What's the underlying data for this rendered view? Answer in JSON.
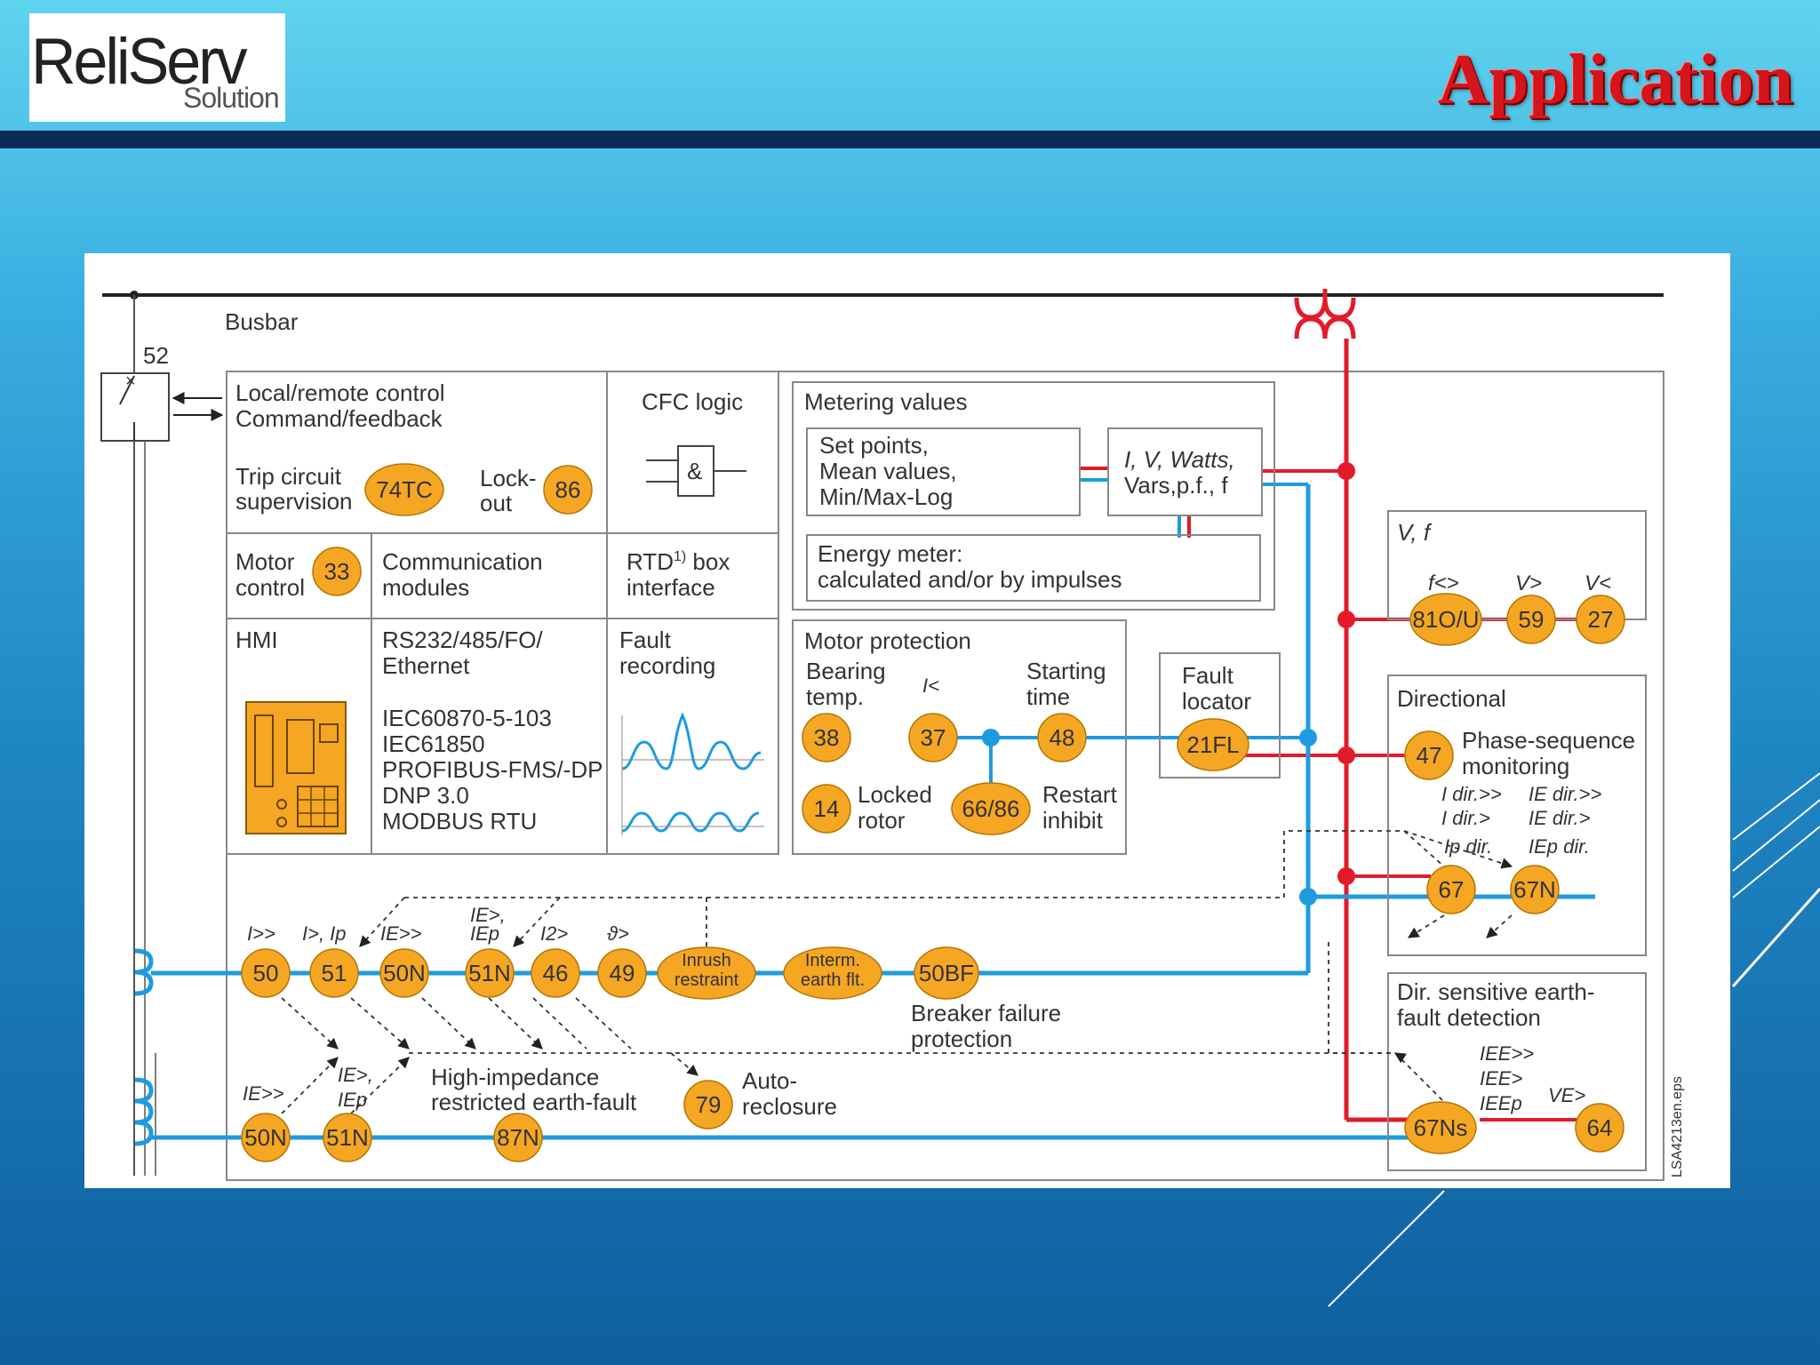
{
  "header": {
    "logo_main": "ReliServ",
    "logo_sub": "Solution",
    "title": "Application"
  },
  "diagram": {
    "busbar": "Busbar",
    "breaker": "52",
    "local_remote_1": "Local/remote control",
    "local_remote_2": "Command/feedback",
    "trip_1": "Trip circuit",
    "trip_2": "supervision",
    "lockout_1": "Lock-",
    "lockout_2": "out",
    "cfc": "CFC logic",
    "and_gate": "&",
    "metering": "Metering values",
    "setpoints_1": "Set points,",
    "setpoints_2": "Mean values,",
    "setpoints_3": "Min/Max-Log",
    "ivw_1": "I, V, Watts,",
    "ivw_2": "Vars,p.f., f",
    "energy_1": "Energy meter:",
    "energy_2": "calculated and/or by impulses",
    "motor_control_1": "Motor",
    "motor_control_2": "control",
    "comm_1": "Communication",
    "comm_2": "modules",
    "rtd_1": "RTD",
    "rtd_sup": "1)",
    "rtd_1b": " box",
    "rtd_2": "interface",
    "hmi": "HMI",
    "protocols": [
      "RS232/485/FO/",
      "Ethernet",
      "",
      "IEC60870-5-103",
      "IEC61850",
      "PROFIBUS-FMS/-DP",
      "DNP 3.0",
      "MODBUS RTU"
    ],
    "fault_rec_1": "Fault",
    "fault_rec_2": "recording",
    "motor_prot": "Motor protection",
    "bearing_1": "Bearing",
    "bearing_2": "temp.",
    "i_less": "I<",
    "starting_1": "Starting",
    "starting_2": "time",
    "locked_1": "Locked",
    "locked_2": "rotor",
    "restart_1": "Restart",
    "restart_2": "inhibit",
    "fault_loc_1": "Fault",
    "fault_loc_2": "locator",
    "vf": "V, f",
    "f_lg": "f<>",
    "v_gt": "V>",
    "v_lt": "V<",
    "directional": "Directional",
    "phase_seq_1": "Phase-sequence",
    "phase_seq_2": "monitoring",
    "dir_labels": [
      "I dir.>>",
      "IE dir.>>",
      "I dir.>",
      "IE dir.>",
      "Ip dir.",
      "IEp dir."
    ],
    "row_labels": [
      "I>>",
      "I>, Ip",
      "IE>>",
      "IE>,",
      "IEp",
      "I2>",
      "ϑ>"
    ],
    "breaker_fail_1": "Breaker failure",
    "breaker_fail_2": "protection",
    "dir_sens_1": "Dir. sensitive earth-",
    "dir_sens_2": "fault detection",
    "ee_labels": [
      "IEE>>",
      "IEE>",
      "IEEp",
      "VE>"
    ],
    "low_labels": [
      "IE>>",
      "IE>,",
      "IEp"
    ],
    "hi_imp_1": "High-impedance",
    "hi_imp_2": "restricted earth-fault",
    "auto_1": "Auto-",
    "auto_2": "reclosure",
    "file_ref": "LSA4213en.eps",
    "codes": {
      "c74tc": "74TC",
      "c86": "86",
      "c33": "33",
      "c38": "38",
      "c37": "37",
      "c48": "48",
      "c14": "14",
      "c6686": "66/86",
      "c21fl": "21FL",
      "c81": "81O/U",
      "c59": "59",
      "c27": "27",
      "c47": "47",
      "c67": "67",
      "c67n": "67N",
      "c50": "50",
      "c51": "51",
      "c50n": "50N",
      "c51n": "51N",
      "c46": "46",
      "c49": "49",
      "inrush_1": "Inrush",
      "inrush_2": "restraint",
      "interm_1": "Interm.",
      "interm_2": "earth flt.",
      "c50bf": "50BF",
      "c79": "79",
      "c50n_b": "50N",
      "c51n_b": "51N",
      "c87n": "87N",
      "c67ns": "67Ns",
      "c64": "64"
    }
  },
  "colors": {
    "blue": "#1e9be0",
    "red": "#e21b2b",
    "orange": "#f5a623",
    "title_red": "#d4151b",
    "header_navy": "#0b2a55"
  }
}
